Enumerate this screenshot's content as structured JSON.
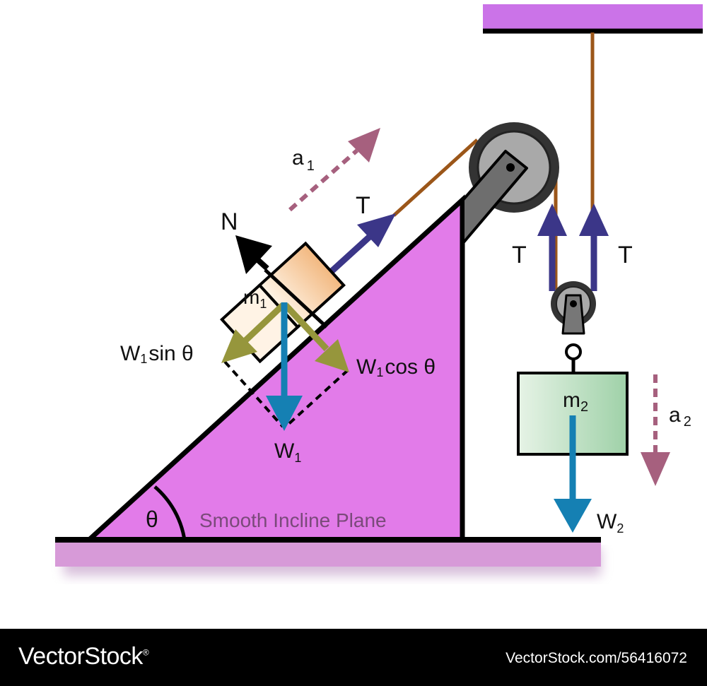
{
  "diagram": {
    "labels": {
      "normal": "N",
      "tension_incline": "T",
      "accel1_main": "a",
      "accel1_sub": "1",
      "mass1_main": "m",
      "mass1_sub": "1",
      "w1sin_main": "W",
      "w1sin_sub": "1",
      "w1sin_tail": "sin  θ",
      "w1cos_main": "W",
      "w1cos_sub": "1",
      "w1cos_tail": "cos  θ",
      "w1_main": "W",
      "w1_sub": "1",
      "angle": "θ",
      "incline_caption": "Smooth Incline Plane",
      "tension_left": "T",
      "tension_right": "T",
      "mass2_main": "m",
      "mass2_sub": "2",
      "accel2_main": "a",
      "accel2_sub": "2",
      "w2_main": "W",
      "w2_sub": "2"
    },
    "colors": {
      "incline_fill": "#e27be9",
      "ground_band": "#d79ad8",
      "ceiling_band": "#cb73e8",
      "rope": "#9b5619",
      "tension_arrow": "#3b3688",
      "weight_arrow": "#1580b3",
      "component_arrow": "#96963c",
      "accel_arrow": "#a6607e",
      "block1": "#f4c08e",
      "block2": "#a9d6b2",
      "pulley_outer": "#333333",
      "pulley_inner": "#a9a9a9"
    }
  },
  "footer": {
    "brand": "VectorStock",
    "registered": "®",
    "image_id": "VectorStock.com/56416072"
  }
}
